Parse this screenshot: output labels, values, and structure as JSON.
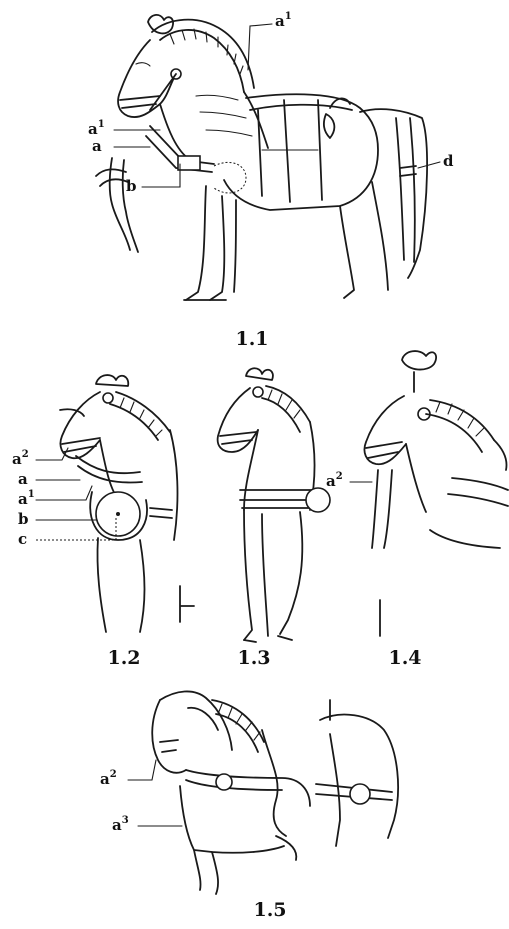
{
  "figures": [
    {
      "caption": "1.1",
      "labels": [
        {
          "base": "a",
          "sup": "1"
        },
        {
          "base": "a",
          "sup": "1"
        },
        {
          "base": "a",
          "sup": ""
        },
        {
          "base": "b",
          "sup": ""
        },
        {
          "base": "d",
          "sup": ""
        }
      ]
    },
    {
      "caption": "1.2",
      "labels": [
        {
          "base": "a",
          "sup": "2"
        },
        {
          "base": "a",
          "sup": ""
        },
        {
          "base": "a",
          "sup": "1"
        },
        {
          "base": "b",
          "sup": ""
        },
        {
          "base": "c",
          "sup": ""
        }
      ]
    },
    {
      "caption": "1.3",
      "labels": []
    },
    {
      "caption": "1.4",
      "labels": [
        {
          "base": "a",
          "sup": "2"
        }
      ]
    },
    {
      "caption": "1.5",
      "labels": [
        {
          "base": "a",
          "sup": "2"
        },
        {
          "base": "a",
          "sup": "3"
        }
      ]
    }
  ]
}
